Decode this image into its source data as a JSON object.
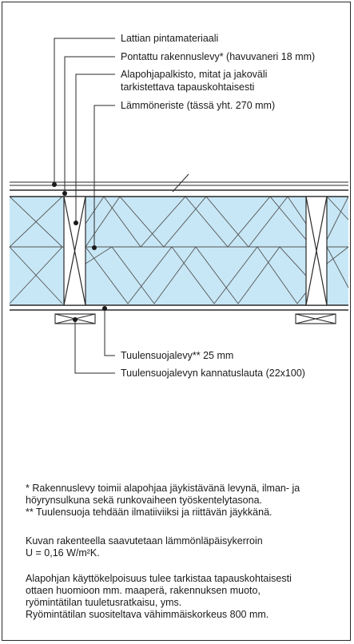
{
  "labels": {
    "floor_finish": "Lattian pintamateriaali",
    "subfloor_board": "Pontattu rakennuslevy* (havuvaneri 18 mm)",
    "joist_line1": "Alapohjapalkisto, mitat ja jakoväli",
    "joist_line2": "tarkistettava tapauskohtaisesti",
    "insulation": "Lämmöneriste (tässä yht. 270 mm)",
    "wind_board": "Tuulensuojalevy** 25 mm",
    "support_batten": "Tuulensuojalevyn kannatuslauta (22x100)"
  },
  "notes": {
    "footnote1_line1": "* Rakennuslevy toimii alapohjaa jäykistävänä levynä, ilman- ja",
    "footnote1_line2": "höyrynsulkuna sekä runkovaiheen työskentelytasona.",
    "footnote2": "** Tuulensuoja tehdään ilmatiiviiksi ja riittävän jäykkänä.",
    "uvalue_line1": "Kuvan rakenteella saavutetaan lämmönläpäisykerroin",
    "uvalue_line2": "U = 0,16 W/m²K.",
    "lifespan_line1": "Alapohjan käyttökelpoisuus tulee tarkistaa tapauskohtaisesti",
    "lifespan_line2": "ottaen huomioon mm. maaperä, rakennuksen muoto,",
    "lifespan_line3": "ryömintätilan tuuletusratkaisu, yms.",
    "lifespan_line4": "Ryömintätilan suositeltava vähimmäiskorkeus 800 mm."
  },
  "colors": {
    "insulation_fill": "#c7e7f6",
    "line": "#2a2a2a"
  }
}
